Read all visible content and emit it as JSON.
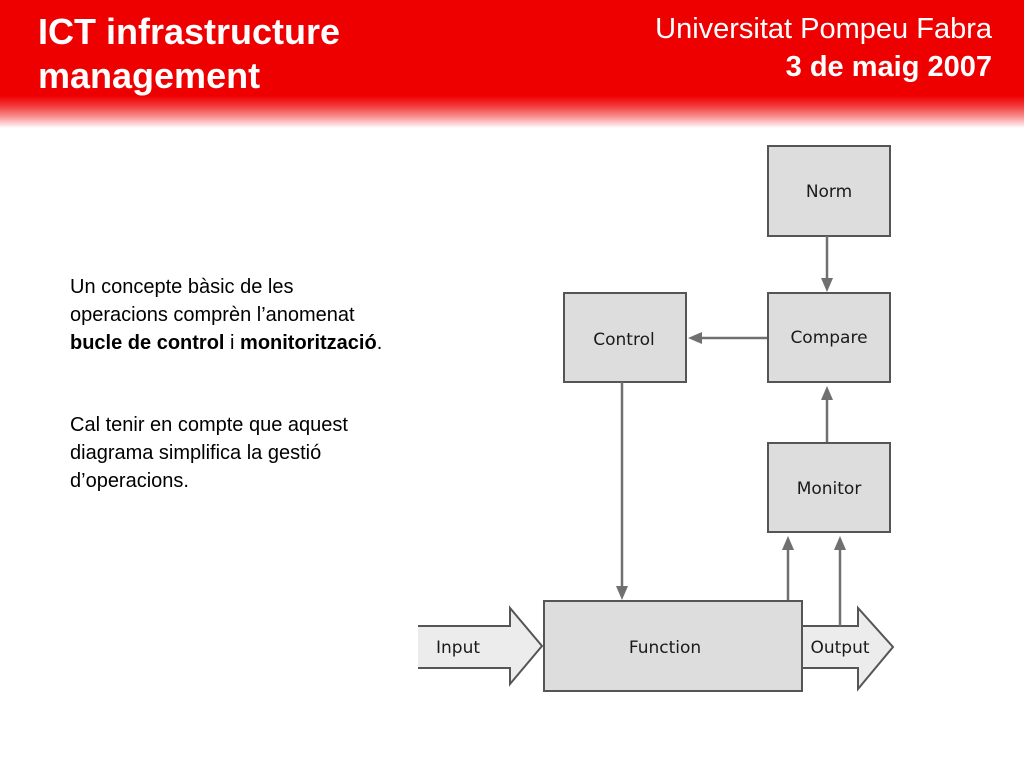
{
  "header": {
    "title_line1": "ICT infrastructure",
    "title_line2": "management",
    "institution": "Universitat Pompeu Fabra",
    "date": "3 de maig 2007"
  },
  "body": {
    "p1_prefix": "Un concepte bàsic de les operacions comprèn l’anomenat ",
    "p1_bold1": "bucle de control",
    "p1_mid": " i ",
    "p1_bold2": "monitorització",
    "p1_end": ".",
    "p2": "Cal tenir en compte que aquest diagrama simplifica la gestió d’operacions."
  },
  "diagram": {
    "norm": "Norm",
    "compare": "Compare",
    "control": "Control",
    "monitor": "Monitor",
    "function": "Function",
    "input": "Input",
    "output": "Output"
  },
  "colors": {
    "header_red": "#ee0000",
    "box_fill": "#dddddd",
    "box_stroke": "#555555",
    "connector": "#707070"
  }
}
